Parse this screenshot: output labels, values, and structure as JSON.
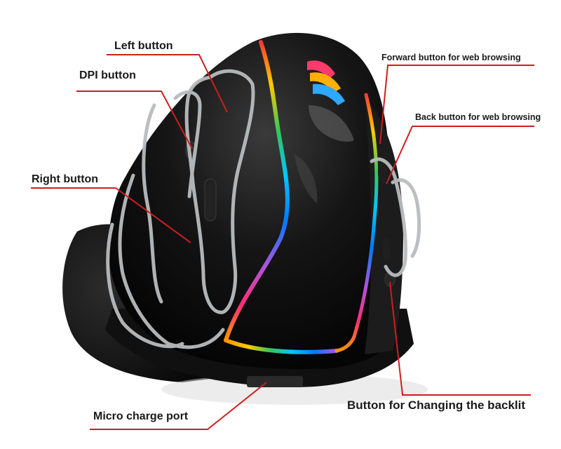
{
  "callouts": {
    "left_button": "Left button",
    "dpi_button": "DPI button",
    "right_button": "Right button",
    "forward_button": "Forward button  for web browsing",
    "back_button": "Back button for web browsing",
    "backlit_button": "Button for Changing the backlit",
    "charge_port": "Micro charge port"
  },
  "colors": {
    "leader_line": "#cc1f1f",
    "mouse_body": "#0d0d0d",
    "hand_outline": "#b9bcbe",
    "led_strip": [
      "#ff3b30",
      "#ff9500",
      "#ffcc00",
      "#34c759",
      "#00c7ff",
      "#007aff",
      "#af52de",
      "#ff2d78"
    ]
  },
  "icons": [
    "logo-icon"
  ]
}
